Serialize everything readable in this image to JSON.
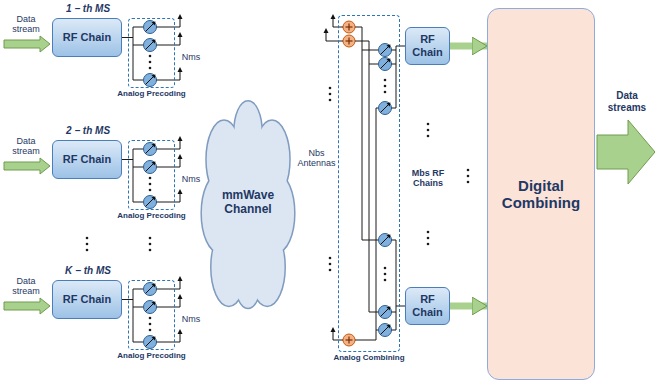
{
  "diagram": {
    "nodes": [
      {
        "text": [
          "RF Chain"
        ]
      },
      {
        "text": [
          "Analog Precoding"
        ]
      },
      {
        "text": [
          "RF Chain"
        ]
      },
      {
        "text": [
          "Analog Precoding"
        ]
      },
      {
        "text": [
          "RF Chain"
        ]
      },
      {
        "text": [
          "Analog Precoding"
        ]
      },
      {
        "text": [
          "mmWave Channel"
        ]
      },
      {
        "text": [
          "Analog Combining"
        ]
      },
      {
        "text": [
          "RF Chain"
        ]
      },
      {
        "text": [
          "RF Chain"
        ]
      },
      {
        "text": [
          "Digital Combining"
        ]
      }
    ],
    "edges": [
      {
        "from": 0,
        "to": 1,
        "arrow": "none"
      },
      {
        "from": 2,
        "to": 3,
        "arrow": "none"
      },
      {
        "from": 4,
        "to": 5,
        "arrow": "none"
      },
      {
        "from": 7,
        "to": 8,
        "arrow": "none"
      },
      {
        "from": 7,
        "to": 9,
        "arrow": "none"
      },
      {
        "from": 8,
        "to": 10,
        "arrow": "to"
      },
      {
        "from": 9,
        "to": 10,
        "arrow": "to"
      }
    ],
    "labels": [
      "1 − th MS",
      "Data stream",
      "Nms",
      "2 − th MS",
      "Data stream",
      "Nms",
      "K − th MS",
      "Data stream",
      "Nms",
      "Nbs Antennas",
      "Mbs RF Chains",
      "Data streams"
    ]
  }
}
